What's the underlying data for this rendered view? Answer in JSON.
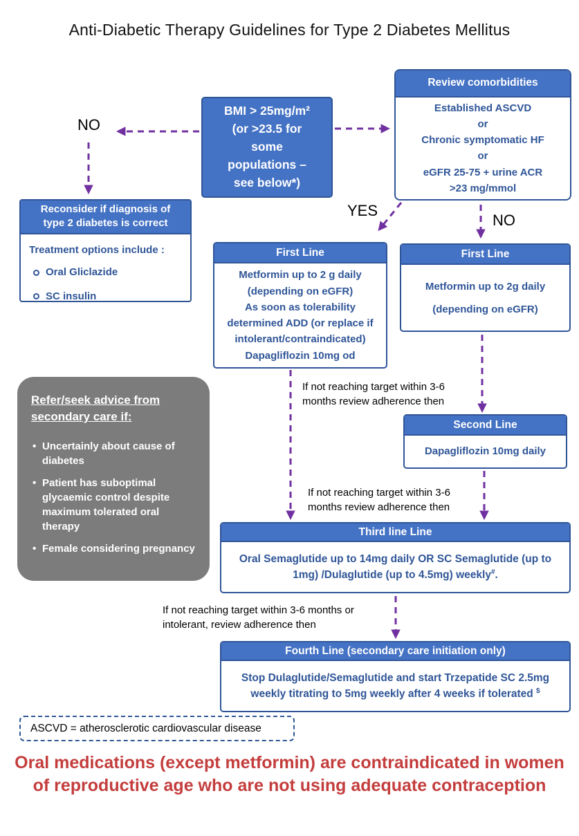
{
  "title": "Anti-Diabetic Therapy Guidelines for Type 2 Diabetes Mellitus",
  "colors": {
    "header_blue": "#4472C4",
    "border_blue": "#2F5597",
    "body_text_blue": "#2F5597",
    "arrow_purple": "#7030A0",
    "grey_panel": "#7C7C7C",
    "warning_red": "#C43D3D"
  },
  "labels": {
    "no_left": "NO",
    "yes": "YES",
    "no_right": "NO"
  },
  "bmi_box": {
    "lines": [
      "BMI > 25mg/m²",
      "(or >23.5 for",
      "some",
      "populations –",
      "see below*)"
    ]
  },
  "comorbidities_box": {
    "header": "Review comorbidities",
    "lines": [
      "Established ASCVD",
      "or",
      "Chronic symptomatic HF",
      "or",
      "eGFR 25-75 + urine ACR",
      ">23 mg/mmol"
    ]
  },
  "reconsider_box": {
    "header_lines": [
      "Reconsider if diagnosis of",
      "type 2 diabetes is correct"
    ],
    "intro": "Treatment options include :",
    "items": [
      "Oral Gliclazide",
      "SC insulin"
    ]
  },
  "first_line_left": {
    "header": "First Line",
    "lines": [
      "Metformin up to 2 g daily",
      "(depending on eGFR)",
      "As soon as tolerability",
      "determined ADD (or replace if",
      "intolerant/contraindicated)",
      "Dapagliflozin 10mg od"
    ]
  },
  "first_line_right": {
    "header": "First Line",
    "lines": [
      "Metformin up to 2g daily",
      "(depending on eGFR)"
    ]
  },
  "second_line": {
    "header": "Second Line",
    "body": "Dapagliflozin 10mg daily"
  },
  "third_line": {
    "header": "Third line Line",
    "body": "Oral Semaglutide up to 14mg daily OR SC Semaglutide (up to 1mg) /Dulaglutide (up to 4.5mg) weekly",
    "sup": "#",
    "suffix": "."
  },
  "fourth_line": {
    "header": "Fourth Line (secondary care initiation only)",
    "body": "Stop Dulaglutide/Semaglutide and start Trzepatide SC 2.5mg weekly titrating to 5mg weekly after 4 weeks if tolerated ",
    "sup": "$"
  },
  "notes": {
    "note1": "If not reaching target within 3-6 months review adherence then",
    "note2": "If not reaching target within 3-6 months review adherence then",
    "note3": "If not reaching target within 3-6 months or intolerant, review adherence then"
  },
  "refer_box": {
    "heading": "Refer/seek advice from secondary care if:",
    "items": [
      "Uncertainly about cause of diabetes",
      "Patient has suboptimal glycaemic control despite maximum tolerated oral therapy",
      "Female considering pregnancy"
    ]
  },
  "ascvd_note": "ASCVD = atherosclerotic cardiovascular disease",
  "warning": "Oral medications (except metformin) are contraindicated in women of reproductive age who are not using adequate contraception"
}
